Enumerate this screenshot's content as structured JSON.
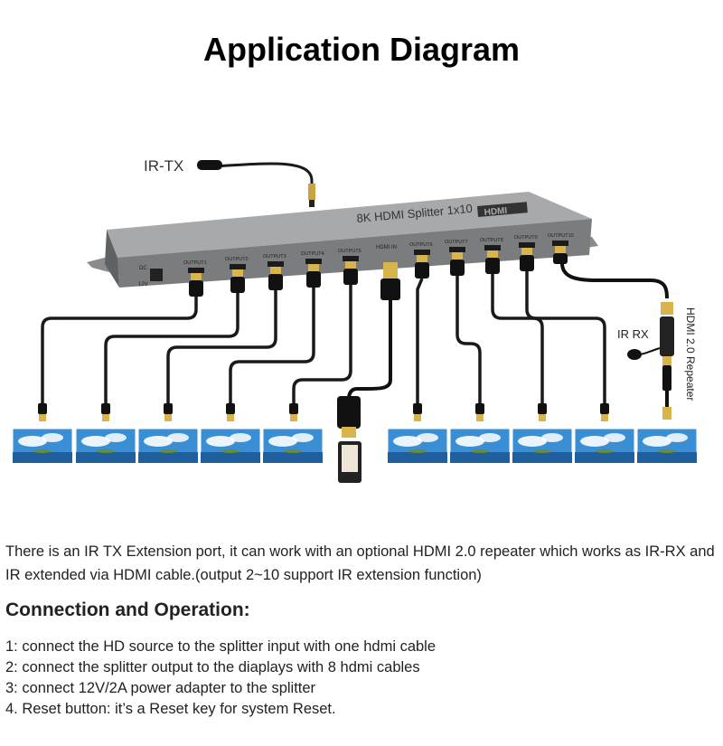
{
  "title": "Application Diagram",
  "diagram": {
    "ir_tx_label": "IR-TX",
    "ir_rx_label": "IR RX",
    "repeater_label": "HDMI 2.0 Repeater",
    "device_name": "8K HDMI Splitter 1x10",
    "brand_logo": "HDMI",
    "dc_label": "DC",
    "voltage_label": "12V",
    "hdmi_in_label": "HDMI IN",
    "output_labels": [
      "OUTPUT1",
      "OUTPUT2",
      "OUTPUT3",
      "OUTPUT4",
      "OUTPUT5",
      "OUTPUT6",
      "OUTPUT7",
      "OUTPUT8",
      "OUTPUT9",
      "OUTPUT10"
    ],
    "colors": {
      "device_body": "#7b7c7e",
      "device_top": "#9a9b9d",
      "cable": "#1a1a1a",
      "connector_gold": "#d9b44a",
      "screen_sky": "#3a8fd4",
      "screen_cloud": "#ffffff",
      "screen_sea": "#1f5f9e"
    },
    "icons": [
      "ir-transmitter-icon",
      "ir-receiver-icon",
      "hdmi-repeater-icon",
      "hdmi-source-device-icon",
      "display-screen-icon",
      "hdmi-connector-icon",
      "dc-jack-icon"
    ]
  },
  "description": "There is an IR TX Extension port, it can work with an optional HDMI 2.0 repeater which works as IR-RX and IR extended via HDMI cable.(output 2~10 support IR extension function)",
  "section_heading": "Connection and Operation:",
  "steps": [
    "1: connect the HD source to the splitter input with one hdmi cable",
    "2: connect the splitter output to the diaplays with 8 hdmi cables",
    "3: connect 12V/2A power adapter to the splitter",
    "4. Reset button: it’s a Reset key for system Reset."
  ]
}
